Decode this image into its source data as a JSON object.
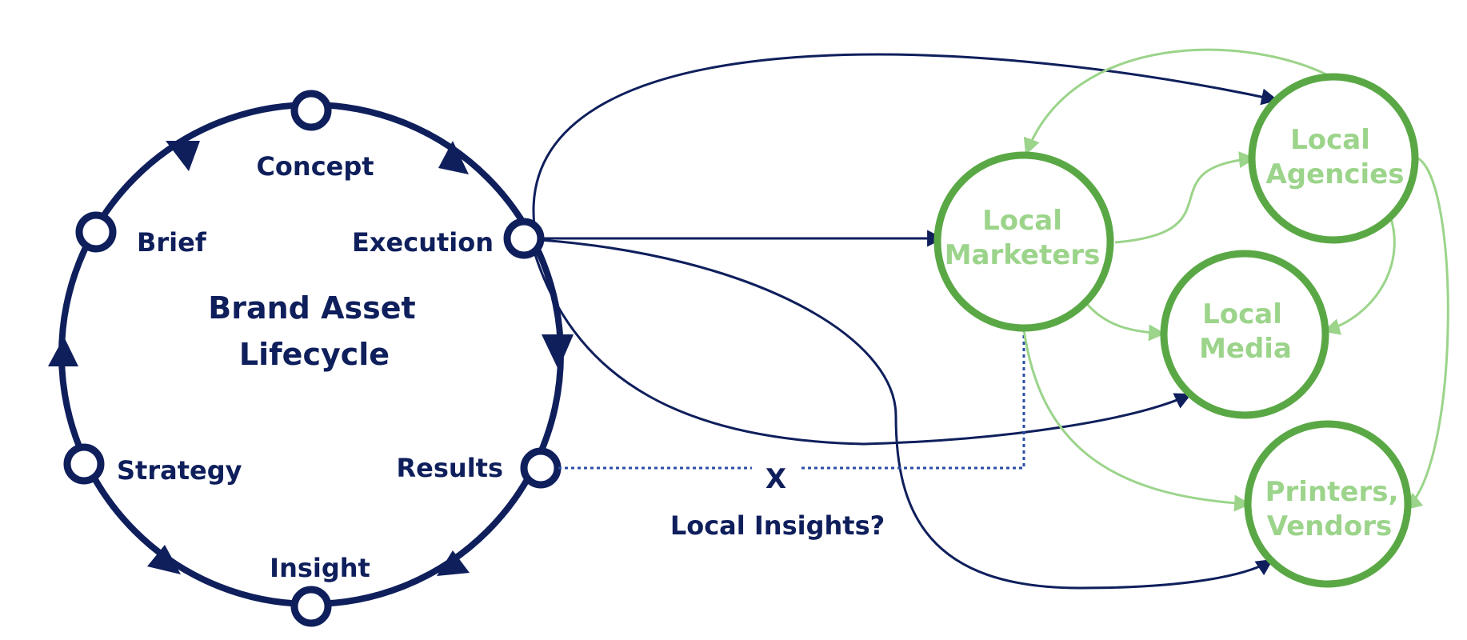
{
  "lifecycle": {
    "title_line1": "Brand Asset",
    "title_line2": "Lifecycle",
    "stages": {
      "concept": "Concept",
      "execution": "Execution",
      "results": "Results",
      "insight": "Insight",
      "strategy": "Strategy",
      "brief": "Brief"
    }
  },
  "local": {
    "marketers": [
      "Local",
      "Marketers"
    ],
    "agencies": [
      "Local",
      "Agencies"
    ],
    "media": [
      "Local",
      "Media"
    ],
    "printers": [
      "Printers,",
      "Vendors"
    ]
  },
  "gap": {
    "mark": "X",
    "question": "Local Insights?"
  },
  "colors": {
    "navy": "#0f1f5c",
    "green_dark": "#5aa845",
    "green_light": "#9bd48a"
  }
}
